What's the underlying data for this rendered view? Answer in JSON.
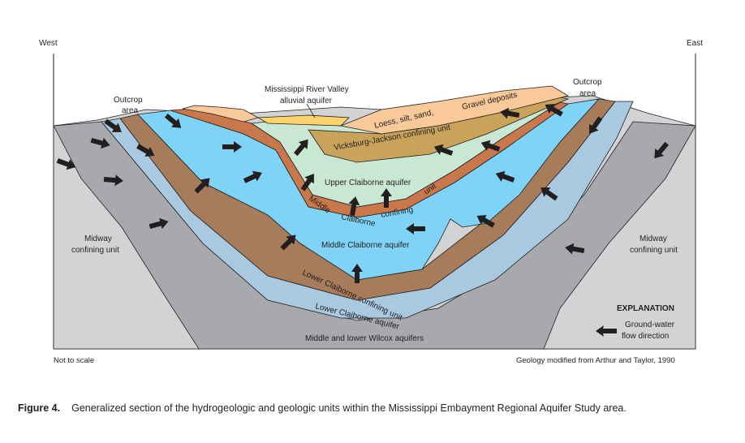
{
  "labels": {
    "west": "West",
    "east": "East",
    "outcrop_left": [
      "Outcrop",
      "area"
    ],
    "outcrop_right": [
      "Outcrop",
      "area"
    ],
    "mrv_alluvial": [
      "Mississippi River Valley",
      "alluvial aquifer"
    ],
    "loess": "Loess, silt, sand,",
    "gravel": "Gravel deposits",
    "vicksburg": "Vicksburg-Jackson confining unit",
    "upper_claiborne": "Upper Claiborne aquifer",
    "middle_claiborne_cu_1": "Middle",
    "middle_claiborne_cu_2": "Claiborne",
    "middle_claiborne_cu_3": "confining",
    "middle_claiborne_cu_4": "unit",
    "middle_claiborne_aq": "Middle Claiborne aquifer",
    "lower_claiborne_cu": "Lower Claiborne confining unit",
    "lower_claiborne_aq": "Lower Claiborne aquifer",
    "wilcox": "Middle and lower Wilcox aquifers",
    "midway_left": [
      "Midway",
      "confining unit"
    ],
    "midway_right": [
      "Midway",
      "confining unit"
    ],
    "not_to_scale": "Not to scale",
    "source": "Geology modified from Arthur and Taylor, 1990"
  },
  "explanation": {
    "title": "EXPLANATION",
    "flow": [
      "Ground-water",
      "flow direction"
    ]
  },
  "caption": {
    "number": "Figure 4.",
    "text": "Generalized section of the hydrogeologic and geologic units within the Mississippi Embayment Regional Aquifer Study area."
  },
  "colors": {
    "midway": "#d1d3d4",
    "wilcox": "#a7a9ac",
    "lower_claiborne_aquifer": "#a8c9e0",
    "lower_claiborne_confining": "#a67c5b",
    "middle_claiborne_aquifer": "#7fd3f7",
    "middle_claiborne_confining": "#c8784a",
    "upper_claiborne_aquifer": "#c9e8d4",
    "vicksburg_jackson": "#c9a35a",
    "loess": "#f9c99a",
    "alluvial": "#fcd46b",
    "arrow": "#231f20"
  }
}
